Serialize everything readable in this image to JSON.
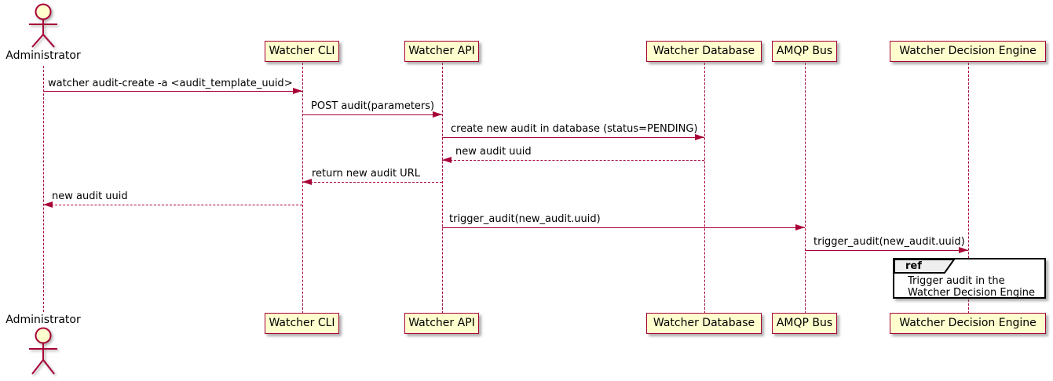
{
  "diagram": {
    "type": "plantuml-sequence",
    "actor": {
      "label": "Administrator"
    },
    "participants": [
      {
        "id": "watcher-cli",
        "label": "Watcher CLI"
      },
      {
        "id": "watcher-api",
        "label": "Watcher API"
      },
      {
        "id": "watcher-database",
        "label": "Watcher Database"
      },
      {
        "id": "amqp-bus",
        "label": "AMQP Bus"
      },
      {
        "id": "watcher-decision-engine",
        "label": "Watcher Decision Engine"
      }
    ],
    "messages": [
      {
        "from": "Administrator",
        "to": "Watcher CLI",
        "text": "watcher audit-create -a <audit_template_uuid>",
        "style": "solid"
      },
      {
        "from": "Watcher CLI",
        "to": "Watcher API",
        "text": "POST audit(parameters)",
        "style": "solid"
      },
      {
        "from": "Watcher API",
        "to": "Watcher Database",
        "text": "create new audit in database (status=PENDING)",
        "style": "solid"
      },
      {
        "from": "Watcher Database",
        "to": "Watcher API",
        "text": "new audit uuid",
        "style": "dashed"
      },
      {
        "from": "Watcher API",
        "to": "Watcher CLI",
        "text": "return new audit URL",
        "style": "dashed"
      },
      {
        "from": "Watcher CLI",
        "to": "Administrator",
        "text": "new audit uuid",
        "style": "dashed"
      },
      {
        "from": "Watcher API",
        "to": "AMQP Bus",
        "text": "trigger_audit(new_audit.uuid)",
        "style": "solid"
      },
      {
        "from": "AMQP Bus",
        "to": "Watcher Decision Engine",
        "text": "trigger_audit(new_audit.uuid)",
        "style": "solid"
      }
    ],
    "ref": {
      "keyword": "ref",
      "line1": "Trigger audit in the",
      "line2": "Watcher Decision Engine"
    },
    "colors": {
      "participant_fill": "#FEFECE",
      "border": "#A80036",
      "arrow": "#A80036",
      "text": "#000000",
      "ref_header_fill": "#EEEEEE",
      "ref_border": "#000000",
      "background": "#FFFFFF"
    }
  }
}
